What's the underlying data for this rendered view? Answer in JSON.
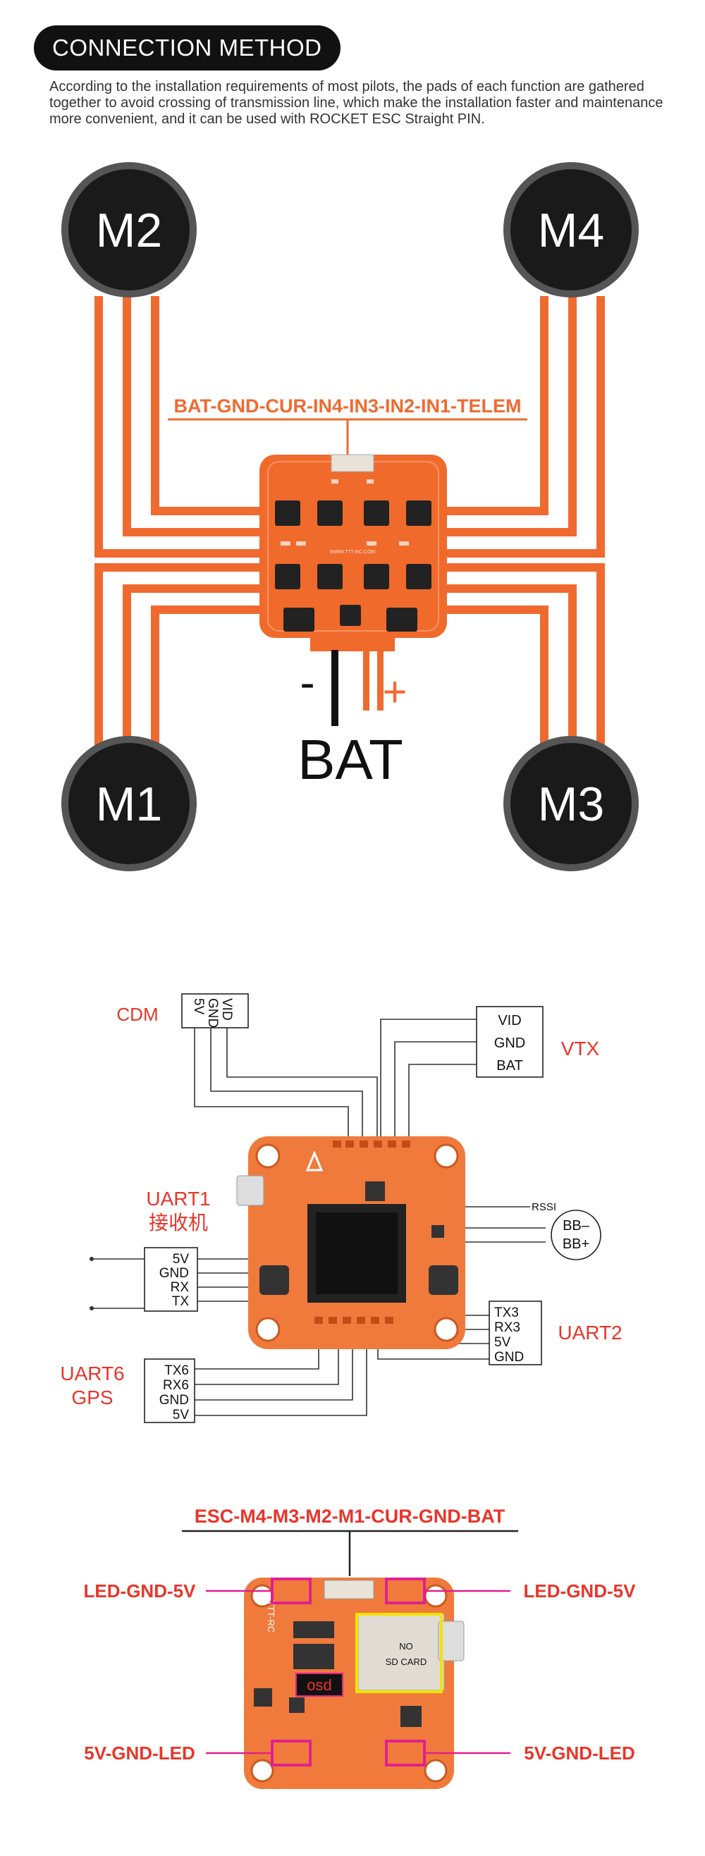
{
  "header": {
    "title": "CONNECTION METHOD"
  },
  "intro": "According to the installation requirements of most pilots, the pads of each function are gathered together to avoid crossing of transmission line, which make the installation faster and maintenance more convenient, and it can be used with ROCKET ESC Straight PIN.",
  "esc": {
    "motors": {
      "m1": "M1",
      "m2": "M2",
      "m3": "M3",
      "m4": "M4"
    },
    "pin_order": "BAT-GND-CUR-IN4-IN3-IN2-IN1-TELEM",
    "battery": {
      "label": "BAT",
      "minus": "-",
      "plus": "+"
    }
  },
  "fc": {
    "cdm": {
      "label": "CDM",
      "pins": [
        "VID",
        "GND",
        "5V"
      ]
    },
    "vtx": {
      "label": "VTX",
      "pins": [
        "VID",
        "GND",
        "BAT"
      ]
    },
    "uart1": {
      "label": "UART1",
      "sub": "接收机",
      "pins": [
        "5V",
        "GND",
        "RX",
        "TX"
      ]
    },
    "uart2": {
      "label": "UART2",
      "pins": [
        "TX3",
        "RX3",
        "5V",
        "GND"
      ]
    },
    "uart6": {
      "label": "UART6",
      "sub": "GPS",
      "pins": [
        "TX6",
        "RX6",
        "GND",
        "5V"
      ]
    },
    "rssi": "RSSI",
    "buzzer": [
      "BB–",
      "BB+"
    ]
  },
  "bottom": {
    "esc_pin_order": "ESC-M4-M3-M2-M1-CUR-GND-BAT",
    "led_top_left": "LED-GND-5V",
    "led_top_right": "LED-GND-5V",
    "led_bottom_left": "5V-GND-LED",
    "led_bottom_right": "5V-GND-LED",
    "sd_card": "SD CARD",
    "no": "NO",
    "osd": "osd",
    "brand": "TTT-RC"
  },
  "colors": {
    "accent_red": "#e8352a",
    "wire_orange": "#f06a30",
    "board_orange": "#f06a2c",
    "magenta": "#e0208f"
  }
}
